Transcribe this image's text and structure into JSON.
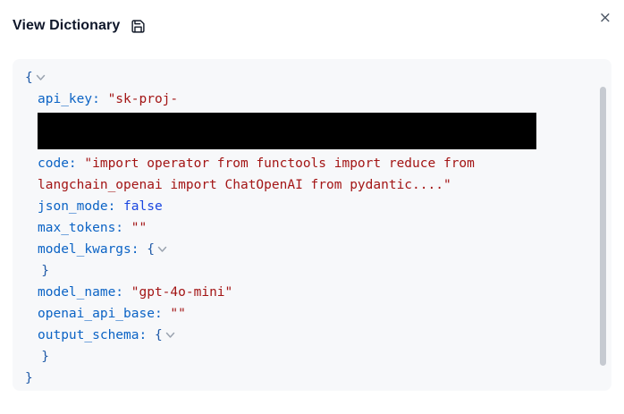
{
  "modal": {
    "title": "View Dictionary",
    "close_glyph": "×",
    "save_icon": "floppy-disk-save-icon"
  },
  "colors": {
    "key": "#0b63c5",
    "string": "#a31515",
    "boolean": "#1a46e0",
    "brace": "#1f5aa8",
    "chevron": "#9aa3af",
    "panel_bg": "#f7f8fa",
    "redaction": "#000000"
  },
  "dictionary": {
    "lines": [
      {
        "indent": 0,
        "chevron": true,
        "segments": [
          {
            "text": "{",
            "type": "brace"
          }
        ]
      },
      {
        "indent": 1,
        "segments": [
          {
            "text": "api_key: ",
            "type": "key"
          },
          {
            "text": "\"sk-proj-",
            "type": "string"
          }
        ]
      },
      {
        "indent": 1,
        "redacted": true,
        "segments": []
      },
      {
        "indent": 1,
        "segments": [
          {
            "text": "code: ",
            "type": "key"
          },
          {
            "text": "\"import operator from functools import reduce from",
            "type": "string"
          }
        ]
      },
      {
        "indent": 1,
        "segments": [
          {
            "text": "langchain_openai import ChatOpenAI from pydantic....\"",
            "type": "string"
          }
        ]
      },
      {
        "indent": 1,
        "segments": [
          {
            "text": "json_mode: ",
            "type": "key"
          },
          {
            "text": "false",
            "type": "boolean"
          }
        ]
      },
      {
        "indent": 1,
        "segments": [
          {
            "text": "max_tokens: ",
            "type": "key"
          },
          {
            "text": "\"\"",
            "type": "string"
          }
        ]
      },
      {
        "indent": 1,
        "chevron": true,
        "segments": [
          {
            "text": "model_kwargs: ",
            "type": "key"
          },
          {
            "text": "{",
            "type": "brace"
          }
        ]
      },
      {
        "indent": 1.3,
        "segments": [
          {
            "text": "}",
            "type": "brace"
          }
        ]
      },
      {
        "indent": 1,
        "segments": [
          {
            "text": "model_name: ",
            "type": "key"
          },
          {
            "text": "\"gpt-4o-mini\"",
            "type": "string"
          }
        ]
      },
      {
        "indent": 1,
        "segments": [
          {
            "text": "openai_api_base: ",
            "type": "key"
          },
          {
            "text": "\"\"",
            "type": "string"
          }
        ]
      },
      {
        "indent": 1,
        "chevron": true,
        "segments": [
          {
            "text": "output_schema: ",
            "type": "key"
          },
          {
            "text": "{",
            "type": "brace"
          }
        ]
      },
      {
        "indent": 1.3,
        "segments": [
          {
            "text": "}",
            "type": "brace"
          }
        ]
      },
      {
        "indent": 0,
        "segments": [
          {
            "text": "}",
            "type": "brace"
          }
        ]
      }
    ]
  }
}
